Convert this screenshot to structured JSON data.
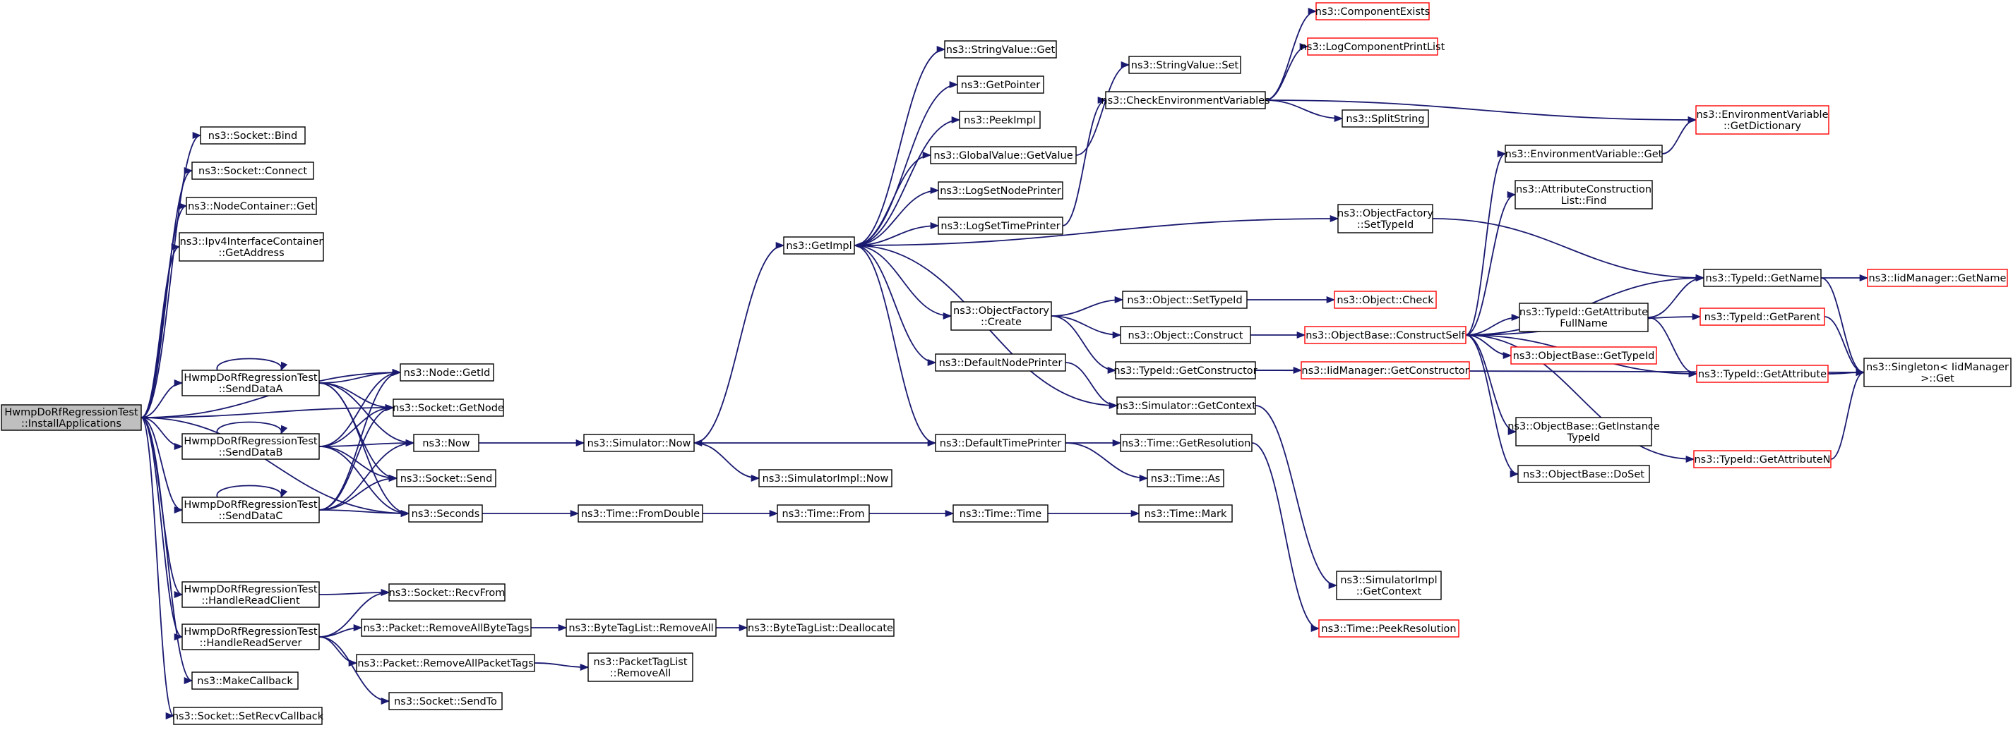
{
  "colors": {
    "edge": "#191970",
    "border_default": "#000000",
    "border_truncated": "#ff0000",
    "root_fill": "#bfbfbf",
    "node_fill": "#ffffff"
  },
  "nodes": [
    {
      "id": "root",
      "lines": [
        "HwmpDoRfRegressionTest",
        "::InstallApplications"
      ],
      "style": "root"
    },
    {
      "id": "sock_bind",
      "lines": [
        "ns3::Socket::Bind"
      ],
      "style": "normal"
    },
    {
      "id": "sock_connect",
      "lines": [
        "ns3::Socket::Connect"
      ],
      "style": "normal"
    },
    {
      "id": "nc_get",
      "lines": [
        "ns3::NodeContainer::Get"
      ],
      "style": "normal"
    },
    {
      "id": "ipv4_getaddr",
      "lines": [
        "ns3::Ipv4InterfaceContainer",
        "::GetAddress"
      ],
      "style": "normal"
    },
    {
      "id": "senda",
      "lines": [
        "HwmpDoRfRegressionTest",
        "::SendDataA"
      ],
      "style": "normal"
    },
    {
      "id": "sendb",
      "lines": [
        "HwmpDoRfRegressionTest",
        "::SendDataB"
      ],
      "style": "normal"
    },
    {
      "id": "sendc",
      "lines": [
        "HwmpDoRfRegressionTest",
        "::SendDataC"
      ],
      "style": "normal"
    },
    {
      "id": "hrc",
      "lines": [
        "HwmpDoRfRegressionTest",
        "::HandleReadClient"
      ],
      "style": "normal"
    },
    {
      "id": "hrs",
      "lines": [
        "HwmpDoRfRegressionTest",
        "::HandleReadServer"
      ],
      "style": "normal"
    },
    {
      "id": "makecb",
      "lines": [
        "ns3::MakeCallback"
      ],
      "style": "normal"
    },
    {
      "id": "setrecvcb",
      "lines": [
        "ns3::Socket::SetRecvCallback"
      ],
      "style": "normal"
    },
    {
      "id": "node_getid",
      "lines": [
        "ns3::Node::GetId"
      ],
      "style": "normal"
    },
    {
      "id": "sock_getnode",
      "lines": [
        "ns3::Socket::GetNode"
      ],
      "style": "normal"
    },
    {
      "id": "now",
      "lines": [
        "ns3::Now"
      ],
      "style": "normal"
    },
    {
      "id": "sock_send",
      "lines": [
        "ns3::Socket::Send"
      ],
      "style": "normal"
    },
    {
      "id": "seconds",
      "lines": [
        "ns3::Seconds"
      ],
      "style": "normal"
    },
    {
      "id": "recvfrom",
      "lines": [
        "ns3::Socket::RecvFrom"
      ],
      "style": "normal"
    },
    {
      "id": "pkt_rabt",
      "lines": [
        "ns3::Packet::RemoveAllByteTags"
      ],
      "style": "normal"
    },
    {
      "id": "pkt_rapt",
      "lines": [
        "ns3::Packet::RemoveAllPacketTags"
      ],
      "style": "normal"
    },
    {
      "id": "sock_sendto",
      "lines": [
        "ns3::Socket::SendTo"
      ],
      "style": "normal"
    },
    {
      "id": "sim_now",
      "lines": [
        "ns3::Simulator::Now"
      ],
      "style": "normal"
    },
    {
      "id": "time_fromdouble",
      "lines": [
        "ns3::Time::FromDouble"
      ],
      "style": "normal"
    },
    {
      "id": "btl_removeall",
      "lines": [
        "ns3::ByteTagList::RemoveAll"
      ],
      "style": "normal"
    },
    {
      "id": "ptl_removeall",
      "lines": [
        "ns3::PacketTagList",
        "::RemoveAll"
      ],
      "style": "normal"
    },
    {
      "id": "getimpl",
      "lines": [
        "ns3::GetImpl"
      ],
      "style": "normal"
    },
    {
      "id": "simimpl_now",
      "lines": [
        "ns3::SimulatorImpl::Now"
      ],
      "style": "normal"
    },
    {
      "id": "time_from",
      "lines": [
        "ns3::Time::From"
      ],
      "style": "normal"
    },
    {
      "id": "btl_dealloc",
      "lines": [
        "ns3::ByteTagList::Deallocate"
      ],
      "style": "normal"
    },
    {
      "id": "sv_get",
      "lines": [
        "ns3::StringValue::Get"
      ],
      "style": "normal"
    },
    {
      "id": "getpointer",
      "lines": [
        "ns3::GetPointer"
      ],
      "style": "normal"
    },
    {
      "id": "peekimpl",
      "lines": [
        "ns3::PeekImpl"
      ],
      "style": "normal"
    },
    {
      "id": "gv_getvalue",
      "lines": [
        "ns3::GlobalValue::GetValue"
      ],
      "style": "normal"
    },
    {
      "id": "logsetnodeprinter",
      "lines": [
        "ns3::LogSetNodePrinter"
      ],
      "style": "normal"
    },
    {
      "id": "logsettimeprinter",
      "lines": [
        "ns3::LogSetTimePrinter"
      ],
      "style": "normal"
    },
    {
      "id": "of_create",
      "lines": [
        "ns3::ObjectFactory",
        "::Create"
      ],
      "style": "normal"
    },
    {
      "id": "defaultnodeprinter",
      "lines": [
        "ns3::DefaultNodePrinter"
      ],
      "style": "normal"
    },
    {
      "id": "defaulttimeprinter",
      "lines": [
        "ns3::DefaultTimePrinter"
      ],
      "style": "normal"
    },
    {
      "id": "time_time",
      "lines": [
        "ns3::Time::Time"
      ],
      "style": "normal"
    },
    {
      "id": "sv_set",
      "lines": [
        "ns3::StringValue::Set"
      ],
      "style": "normal"
    },
    {
      "id": "checkenv",
      "lines": [
        "ns3::CheckEnvironmentVariables"
      ],
      "style": "normal"
    },
    {
      "id": "obj_settypeid",
      "lines": [
        "ns3::Object::SetTypeId"
      ],
      "style": "normal"
    },
    {
      "id": "obj_construct",
      "lines": [
        "ns3::Object::Construct"
      ],
      "style": "normal"
    },
    {
      "id": "tid_getconstructor",
      "lines": [
        "ns3::TypeId::GetConstructor"
      ],
      "style": "normal"
    },
    {
      "id": "sim_getcontext",
      "lines": [
        "ns3::Simulator::GetContext"
      ],
      "style": "normal"
    },
    {
      "id": "time_getres",
      "lines": [
        "ns3::Time::GetResolution"
      ],
      "style": "normal"
    },
    {
      "id": "time_as",
      "lines": [
        "ns3::Time::As"
      ],
      "style": "normal"
    },
    {
      "id": "time_mark",
      "lines": [
        "ns3::Time::Mark"
      ],
      "style": "normal"
    },
    {
      "id": "componentexists",
      "lines": [
        "ns3::ComponentExists"
      ],
      "style": "truncated"
    },
    {
      "id": "logcomponentprintlist",
      "lines": [
        "ns3::LogComponentPrintList"
      ],
      "style": "truncated"
    },
    {
      "id": "splitstring",
      "lines": [
        "ns3::SplitString"
      ],
      "style": "normal"
    },
    {
      "id": "of_settypeid",
      "lines": [
        "ns3::ObjectFactory",
        "::SetTypeId"
      ],
      "style": "normal"
    },
    {
      "id": "obj_check",
      "lines": [
        "ns3::Object::Check"
      ],
      "style": "truncated"
    },
    {
      "id": "ob_constructself",
      "lines": [
        "ns3::ObjectBase::ConstructSelf"
      ],
      "style": "truncated"
    },
    {
      "id": "iid_getconstructor",
      "lines": [
        "ns3::IidManager::GetConstructor"
      ],
      "style": "truncated"
    },
    {
      "id": "simimpl_getcontext",
      "lines": [
        "ns3::SimulatorImpl",
        "::GetContext"
      ],
      "style": "normal"
    },
    {
      "id": "time_peekres",
      "lines": [
        "ns3::Time::PeekResolution"
      ],
      "style": "truncated"
    },
    {
      "id": "envvar_get",
      "lines": [
        "ns3::EnvironmentVariable::Get"
      ],
      "style": "normal"
    },
    {
      "id": "acl_find",
      "lines": [
        "ns3::AttributeConstruction",
        "List::Find"
      ],
      "style": "normal"
    },
    {
      "id": "tid_getattrfullname",
      "lines": [
        "ns3::TypeId::GetAttribute",
        "FullName"
      ],
      "style": "normal"
    },
    {
      "id": "ob_gettypeid",
      "lines": [
        "ns3::ObjectBase::GetTypeId"
      ],
      "style": "truncated"
    },
    {
      "id": "ob_getinstancetypeid",
      "lines": [
        "ns3::ObjectBase::GetInstance",
        "TypeId"
      ],
      "style": "normal"
    },
    {
      "id": "ob_doset",
      "lines": [
        "ns3::ObjectBase::DoSet"
      ],
      "style": "normal"
    },
    {
      "id": "envvar_getdict",
      "lines": [
        "ns3::EnvironmentVariable",
        "::GetDictionary"
      ],
      "style": "truncated"
    },
    {
      "id": "tid_getname",
      "lines": [
        "ns3::TypeId::GetName"
      ],
      "style": "normal"
    },
    {
      "id": "tid_getparent",
      "lines": [
        "ns3::TypeId::GetParent"
      ],
      "style": "truncated"
    },
    {
      "id": "tid_getattribute",
      "lines": [
        "ns3::TypeId::GetAttribute"
      ],
      "style": "truncated"
    },
    {
      "id": "tid_getattributen",
      "lines": [
        "ns3::TypeId::GetAttributeN"
      ],
      "style": "truncated"
    },
    {
      "id": "iid_getname",
      "lines": [
        "ns3::IidManager::GetName"
      ],
      "style": "truncated"
    },
    {
      "id": "singleton_get",
      "lines": [
        "ns3::Singleton< IidManager",
        " >::Get"
      ],
      "style": "normal"
    }
  ]
}
